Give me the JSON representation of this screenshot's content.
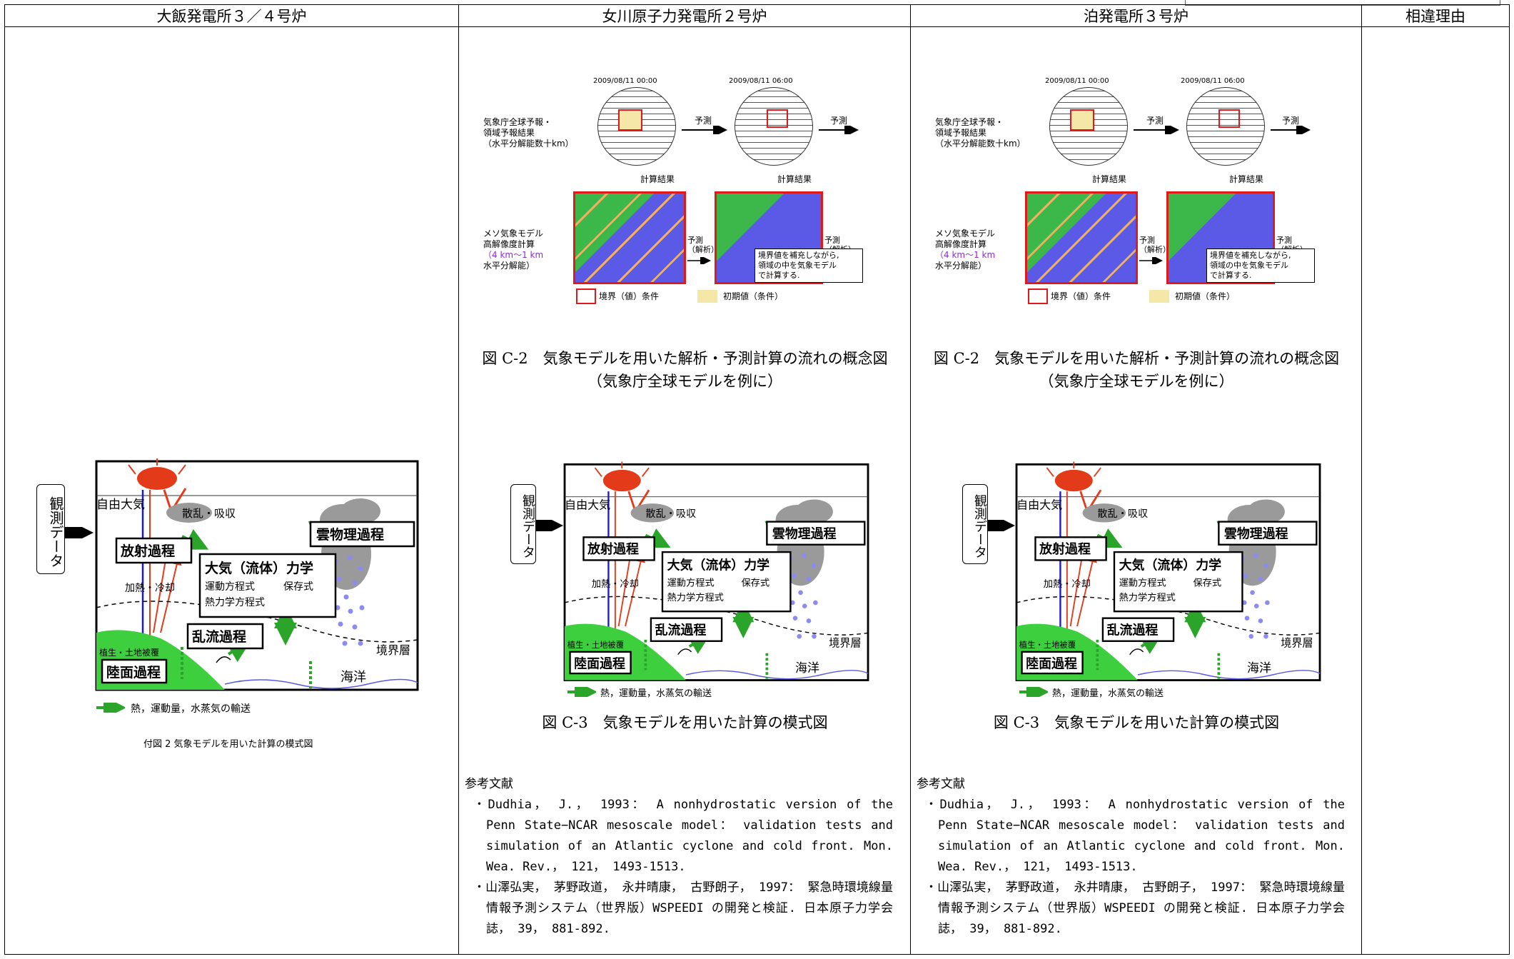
{
  "header": {
    "col1": "大飯発電所３／４号炉",
    "col2": "女川原子力発電所２号炉",
    "col3": "泊発電所３号炉",
    "col4": "相違理由"
  },
  "fig_schematic": {
    "obs_label": "観測データ",
    "free_atm": "自由大気",
    "scatter": "散乱・吸収",
    "radiation": "放射過程",
    "cloud": "雲物理過程",
    "dynamics": "大気（流体）力学",
    "eq1": "運動方程式",
    "eq2": "保存式",
    "eq3": "熱力学方程式",
    "heat": "加熱・冷却",
    "turb": "乱流過程",
    "veg": "植生・土地被覆",
    "land": "陸面過程",
    "boundary": "境界層",
    "ocean": "海洋",
    "legend": "熱，運動量，水蒸気の輸送"
  },
  "fig_flow": {
    "time1": "2009/08/11 00:00",
    "time2": "2009/08/11 06:00",
    "global_label_1": "気象庁全球予報・",
    "global_label_2": "領域予報結果",
    "global_label_3": "（水平分解能数十km）",
    "forecast": "予測",
    "calc_result": "計算結果",
    "meso_1": "メソ気象モデル",
    "meso_2": "高解像度計算",
    "meso_3": "（4 km〜1 km",
    "meso_4": "水平分解能）",
    "fc_an_1": "予測",
    "fc_an_2": "（解析）",
    "note_1": "境界値を補充しながら,",
    "note_2": "領域の中を気象モデル",
    "note_3": "で計算する.",
    "legend_boundary": "境界（値）条件",
    "legend_initial": "初期値（条件）"
  },
  "col1": {
    "caption": "付図 2 気象モデルを用いた計算の模式図"
  },
  "col2": {
    "caption_c2_line1": "図 C-2　気象モデルを用いた解析・予測計算の流れの概念図",
    "caption_c2_line2": "（気象庁全球モデルを例に）",
    "caption_c3": "図 C-3　気象モデルを用いた計算の模式図",
    "refs_heading": "参考文献",
    "ref1": "・Dudhia， J.， 1993： A nonhydrostatic version of the Penn State−NCAR mesoscale model： validation tests and simulation of an Atlantic cyclone and cold front. Mon. Wea. Rev.， 121， 1493-1513.",
    "ref2": "・山澤弘実， 茅野政道， 永井晴康， 古野朗子， 1997： 緊急時環境線量情報予測システム（世界版）WSPEEDI の開発と検証. 日本原子力学会誌， 39， 881-892."
  },
  "col3": {
    "caption_c2_line1": "図 C-2　気象モデルを用いた解析・予測計算の流れの概念図",
    "caption_c2_line2": "（気象庁全球モデルを例に）",
    "caption_c3": "図 C-3　気象モデルを用いた計算の模式図",
    "refs_heading": "参考文献",
    "ref1": "・Dudhia， J.， 1993： A nonhydrostatic version of the Penn State−NCAR mesoscale model： validation tests and simulation of an Atlantic cyclone and cold front. Mon. Wea. Rev.， 121， 1493-1513.",
    "ref2": "・山澤弘実， 茅野政道， 永井晴康， 古野朗子， 1997： 緊急時環境線量情報予測システム（世界版）WSPEEDI の開発と検証. 日本原子力学会誌， 39， 881-892."
  },
  "colors": {
    "sun": "#e33b1a",
    "green": "#2aa52a",
    "land": "#3ecf3e",
    "cloud": "#9a9a9a",
    "drop": "#8c8cf0",
    "sea": "#5a5ae6",
    "map_border": "#e01a1a"
  }
}
